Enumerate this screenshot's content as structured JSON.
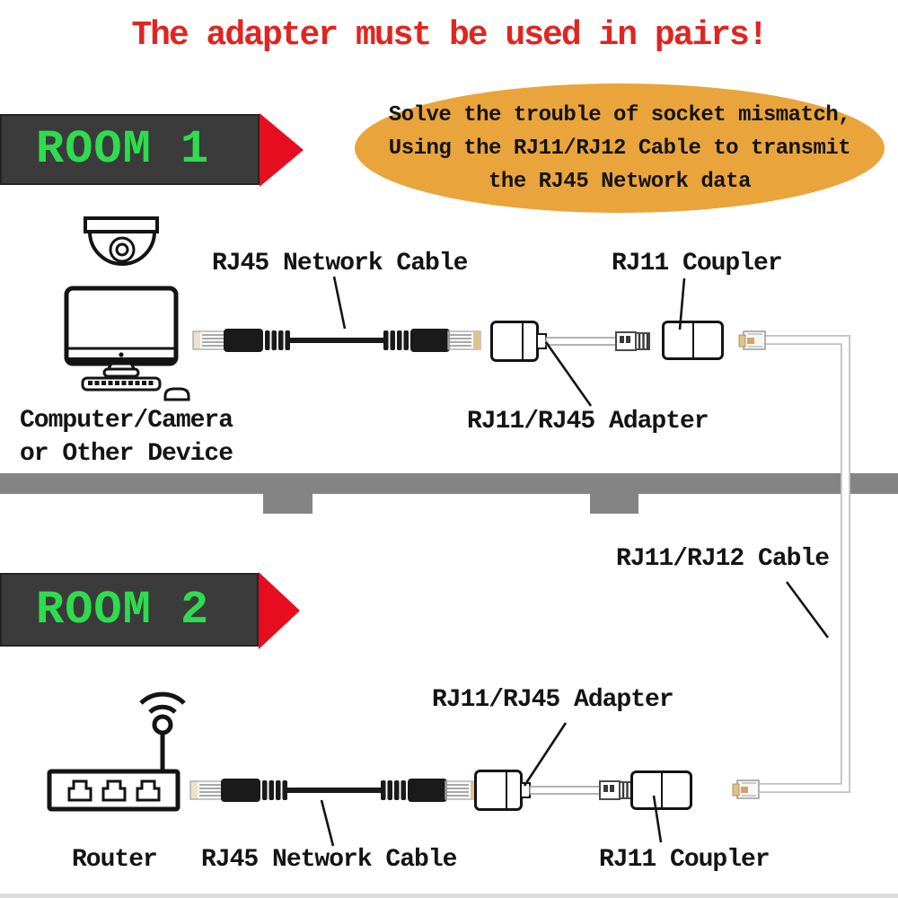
{
  "title": {
    "text": "The adapter must be used in pairs!",
    "color": "#e02521"
  },
  "bubble": {
    "bg_color": "#e9a43b",
    "lines": [
      "Solve the trouble of socket mismatch,",
      "Using the RJ11/RJ12 Cable to transmit",
      "the RJ45 Network data"
    ]
  },
  "rooms": {
    "room1_label": "ROOM 1",
    "room2_label": "ROOM 2",
    "banner_bg": "#3b3b3b",
    "label_color": "#2edc4e",
    "arrow_color": "#e60d1e"
  },
  "labels": {
    "rj45_cable_top": "RJ45 Network Cable",
    "rj11_coupler_top": "RJ11 Coupler",
    "rj11_rj45_adapter_top": "RJ11/RJ45 Adapter",
    "device_line1": "Computer/Camera",
    "device_line2": "or Other Device",
    "rj11_rj12_cable": "RJ11/RJ12 Cable",
    "rj11_rj45_adapter_bottom": "RJ11/RJ45 Adapter",
    "router": "Router",
    "rj45_cable_bottom": "RJ45 Network Cable",
    "rj11_coupler_bottom": "RJ11 Coupler"
  },
  "icons": {
    "camera": "dome-camera-icon",
    "computer": "computer-monitor-icon",
    "router": "wifi-router-icon",
    "rj45_cable": "rj45-cable-icon",
    "adapter": "rj11-rj45-adapter-icon",
    "coupler": "rj11-coupler-icon",
    "rj11_plug": "rj11-plug-icon"
  },
  "misc_colors": {
    "wall_band": "#848484",
    "line_art": "#141414",
    "rj11_cable_outline": "#c0c0c0",
    "gold_contacts": "#ddc48e"
  }
}
